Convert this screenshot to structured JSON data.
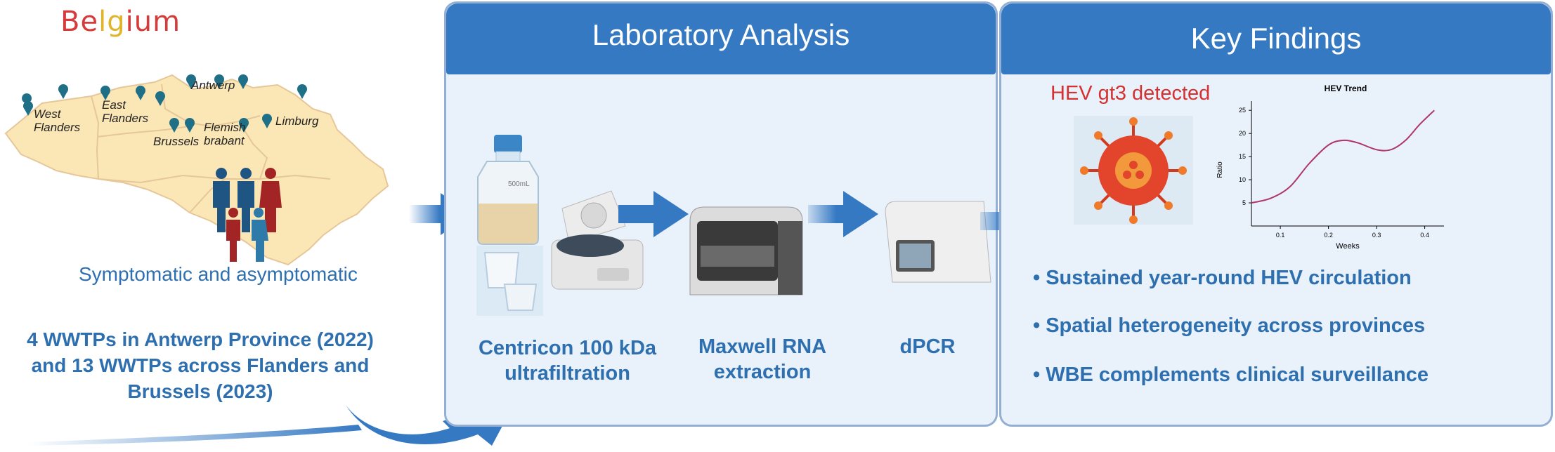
{
  "left": {
    "title_letters": [
      "B",
      "e",
      "l",
      "g",
      "i",
      "u",
      "m"
    ],
    "map_labels": {
      "west": "West\nFlanders",
      "east": "East\nFlanders",
      "antwerp": "Antwerp",
      "limburg": "Limburg",
      "brussels": "Brussels",
      "flemish": "Flemish\nbrabant"
    },
    "population_caption": "Symptomatic and asymptomatic",
    "wwtp_line1": "4 WWTPs in Antwerp Province (2022)",
    "wwtp_line2": "and 13 WWTPs across Flanders and",
    "wwtp_line3": "Brussels (2023)"
  },
  "lab": {
    "header": "Laboratory Analysis",
    "bottle_label": "500mL",
    "step1_line1": "Centricon 100 kDa",
    "step1_line2": "ultrafiltration",
    "step2_line1": "Maxwell RNA",
    "step2_line2": "extraction",
    "step3": "dPCR"
  },
  "key": {
    "header": "Key Findings",
    "detected": "HEV gt3 detected",
    "findings": [
      "• Sustained year-round HEV circulation",
      "• Spatial heterogeneity across provinces",
      "• WBE complements clinical surveillance"
    ]
  },
  "colors": {
    "accent_blue": "#3579c3",
    "text_blue": "#2e6fb0",
    "map_fill": "#fbe6b6",
    "virus_red": "#e2452c",
    "trend_line": "#b0356a"
  },
  "chart_data": {
    "type": "line",
    "title": "HEV Trend",
    "xlabel": "Weeks",
    "ylabel": "Ratio",
    "xlim": [
      0.04,
      0.44
    ],
    "ylim": [
      0,
      27
    ],
    "x_ticks": [
      0.1,
      0.2,
      0.3,
      0.4
    ],
    "y_ticks": [
      5,
      10,
      15,
      20,
      25
    ],
    "x_tick_labels": [
      "0.1",
      "0.2",
      "0.3",
      "0.4"
    ],
    "y_tick_labels": [
      "5",
      "10",
      "15",
      "20",
      "25"
    ],
    "series": [
      {
        "x": [
          0.04,
          0.08,
          0.12,
          0.16,
          0.2,
          0.23,
          0.26,
          0.3,
          0.33,
          0.36,
          0.39,
          0.42
        ],
        "values": [
          5,
          6,
          8.5,
          13.5,
          17.5,
          18.5,
          18,
          16.5,
          16.5,
          18.5,
          22,
          25
        ]
      }
    ]
  }
}
